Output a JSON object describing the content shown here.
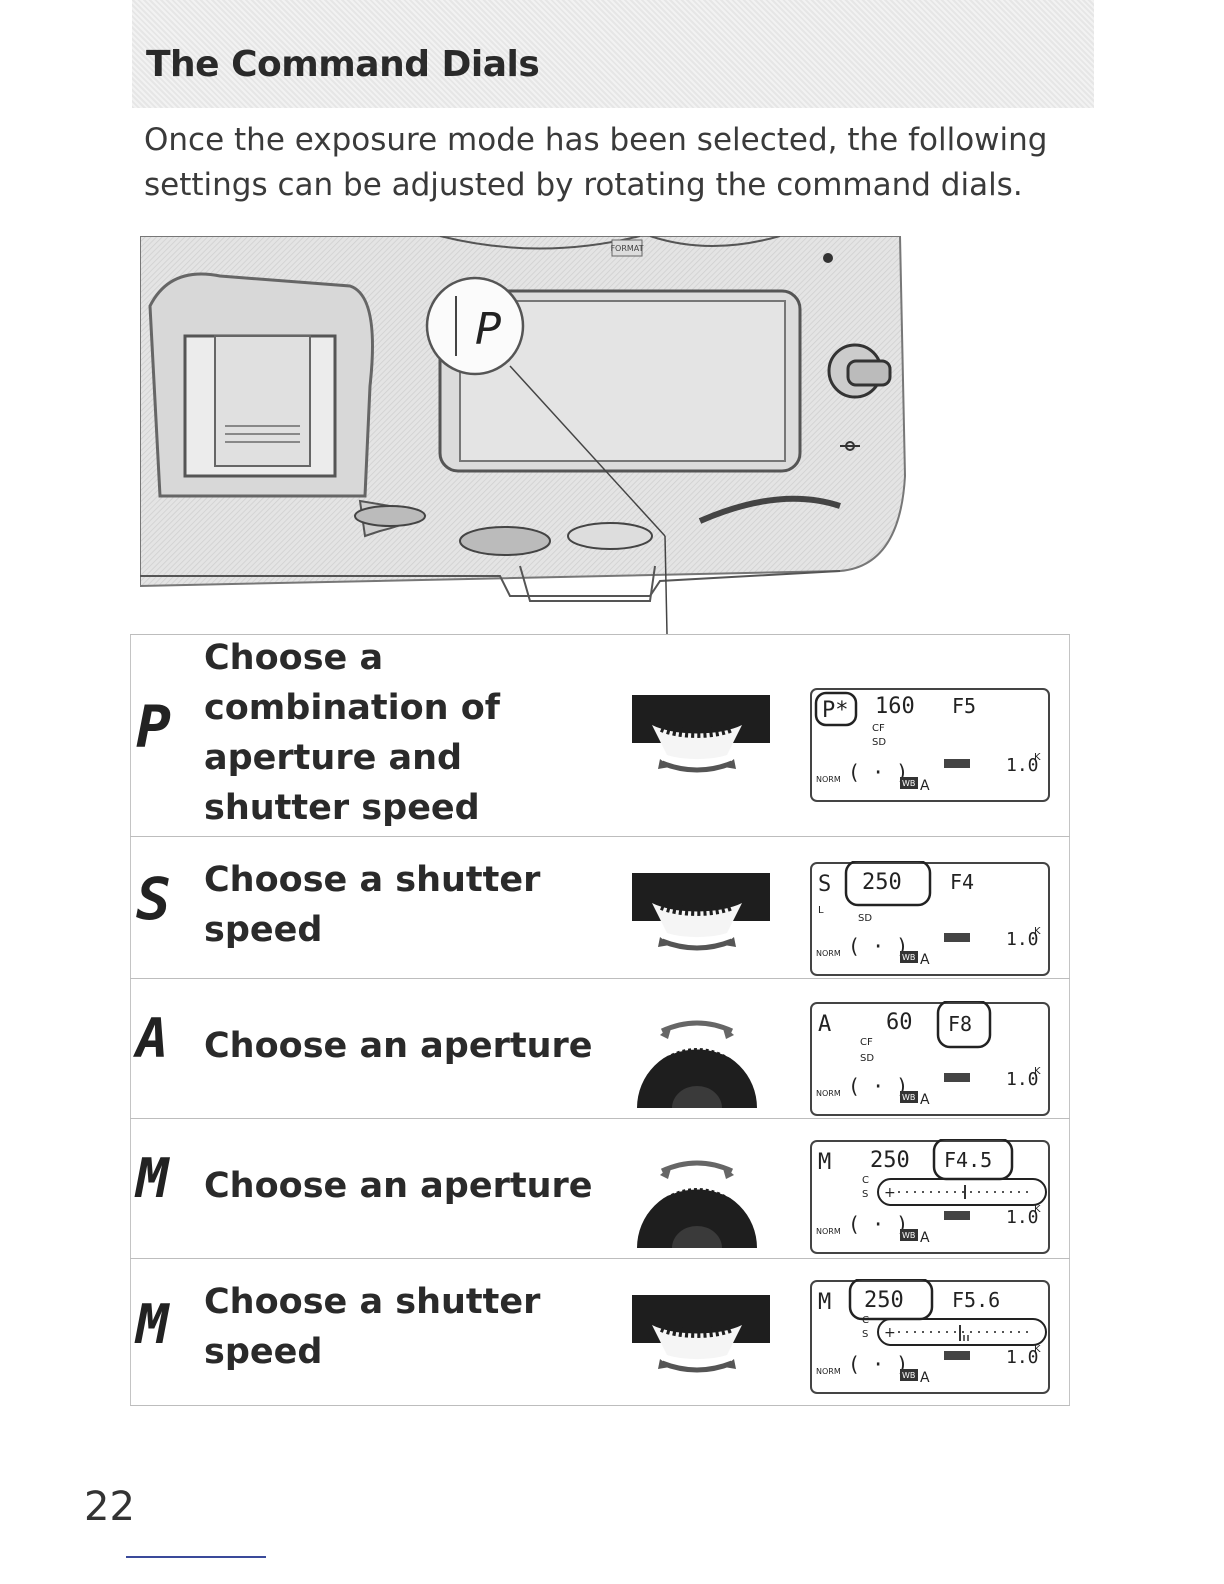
{
  "section_title": "The Command Dials",
  "intro_text": "Once the exposure mode has been selected, the following settings can be adjusted by rotating the command dials.",
  "illustration": {
    "mode_callout": "P",
    "button_label": "FORMAT"
  },
  "rows": [
    {
      "mode": "P",
      "description": "Choose a\ncombination of\naperture and\nshutter speed",
      "dial": "main",
      "lcd": {
        "mode": "P*",
        "shutter": "160",
        "aperture": "F5",
        "card1": "CF",
        "card2": "SD",
        "quality": "NORM",
        "wb": "WB",
        "wb_setting": "A",
        "count": "1.0",
        "count_suffix": "K"
      }
    },
    {
      "mode": "S",
      "description": "Choose a shutter\nspeed",
      "dial": "main",
      "lcd": {
        "mode": "S",
        "shutter": "250",
        "aperture": "F4",
        "card1": "L",
        "card2": "SD",
        "quality": "NORM",
        "wb": "WB",
        "wb_setting": "A",
        "count": "1.0",
        "count_suffix": "K"
      }
    },
    {
      "mode": "A",
      "description": "Choose an aperture",
      "dial": "sub",
      "lcd": {
        "mode": "A",
        "shutter": "60",
        "aperture": "F8",
        "card1": "CF",
        "card2": "SD",
        "quality": "NORM",
        "wb": "WB",
        "wb_setting": "A",
        "count": "1.0",
        "count_suffix": "K"
      }
    },
    {
      "mode": "M",
      "description": "Choose an aperture",
      "dial": "sub",
      "lcd": {
        "mode": "M",
        "shutter": "250",
        "aperture": "F4.5",
        "card1": "C",
        "card2": "S",
        "quality": "NORM",
        "wb": "WB",
        "wb_setting": "A",
        "count": "1.0",
        "count_suffix": "K"
      }
    },
    {
      "mode": "M",
      "description": "Choose a shutter\nspeed",
      "dial": "main",
      "lcd": {
        "mode": "M",
        "shutter": "250",
        "aperture": "F5.6",
        "card1": "C",
        "card2": "S",
        "quality": "NORM",
        "wb": "WB",
        "wb_setting": "A",
        "count": "1.0",
        "count_suffix": "K"
      }
    }
  ],
  "page_number": "22"
}
